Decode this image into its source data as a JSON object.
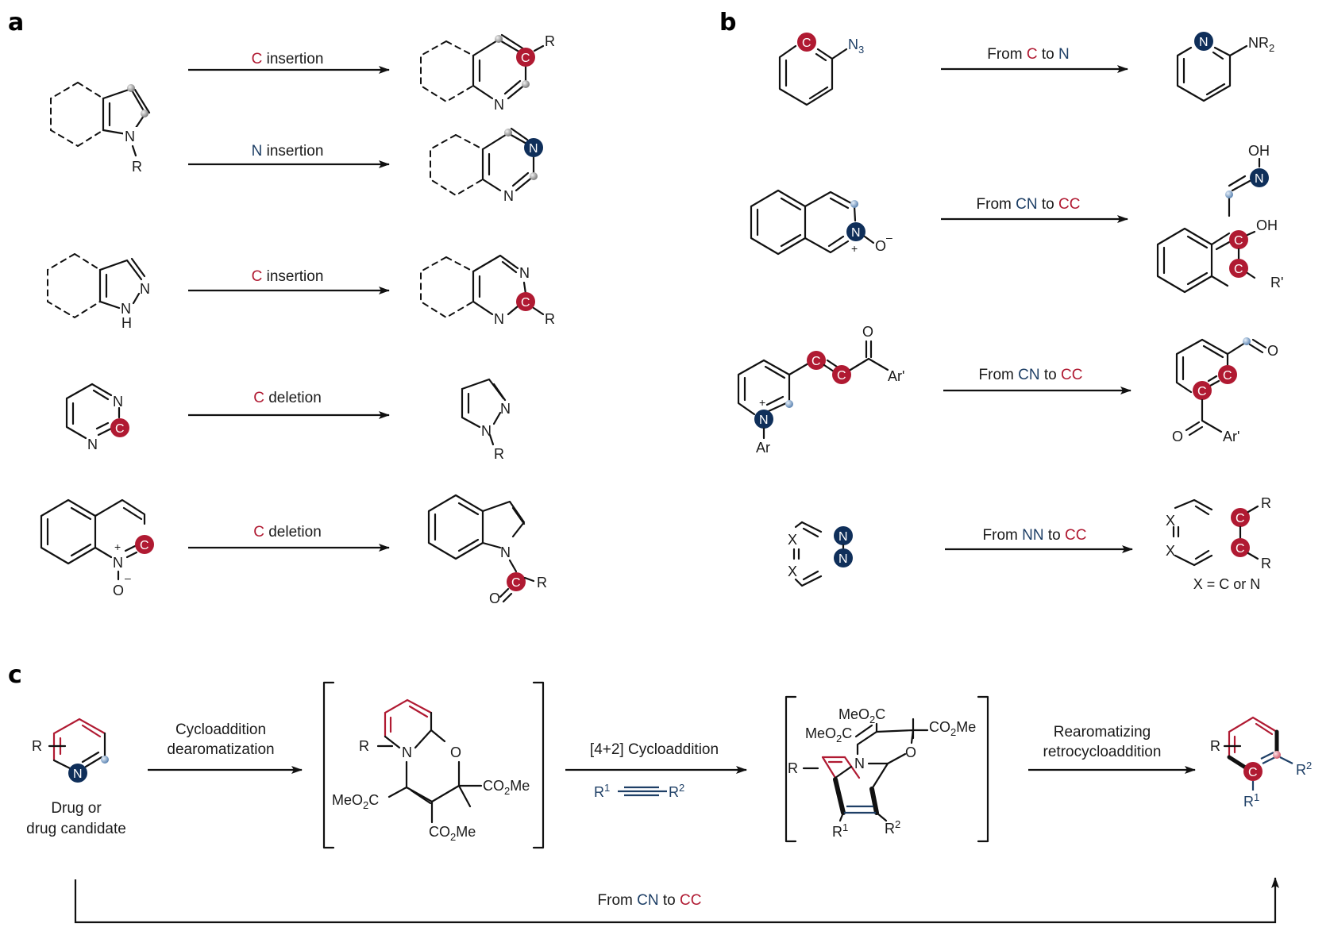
{
  "colors": {
    "carbon_highlight": "#b01a32",
    "nitrogen_highlight": "#0f2f5a",
    "bond": "#111111",
    "node_grey": "#9a9a9a",
    "node_blue": "#8fb1d6"
  },
  "panels": {
    "a": {
      "label": "a",
      "reactions": [
        {
          "pre": "C",
          "text": " insertion",
          "pre_color": "red"
        },
        {
          "pre": "N",
          "text": " insertion",
          "pre_color": "blue"
        },
        {
          "pre": "C",
          "text": " insertion",
          "pre_color": "red"
        },
        {
          "pre": "C",
          "text": " deletion",
          "pre_color": "red"
        },
        {
          "pre": "C",
          "text": " deletion",
          "pre_color": "red"
        }
      ],
      "atoms": {
        "N": "N",
        "R": "R",
        "H": "H",
        "O": "O",
        "C": "C",
        "plus": "+",
        "minus": "–"
      }
    },
    "b": {
      "label": "b",
      "reactions": [
        {
          "parts": [
            {
              "t": "From ",
              "c": "black"
            },
            {
              "t": "C",
              "c": "red"
            },
            {
              "t": " to ",
              "c": "black"
            },
            {
              "t": "N",
              "c": "blue"
            }
          ]
        },
        {
          "parts": [
            {
              "t": "From ",
              "c": "black"
            },
            {
              "t": "CN",
              "c": "blue"
            },
            {
              "t": " to ",
              "c": "black"
            },
            {
              "t": "CC",
              "c": "red"
            }
          ]
        },
        {
          "parts": [
            {
              "t": "From ",
              "c": "black"
            },
            {
              "t": "CN",
              "c": "blue"
            },
            {
              "t": " to ",
              "c": "black"
            },
            {
              "t": "CC",
              "c": "red"
            }
          ]
        },
        {
          "parts": [
            {
              "t": "From ",
              "c": "black"
            },
            {
              "t": "NN",
              "c": "blue"
            },
            {
              "t": " to ",
              "c": "black"
            },
            {
              "t": "CC",
              "c": "red"
            }
          ]
        }
      ],
      "atoms": {
        "N3": "N",
        "N3_sub": "3",
        "NR2": "NR",
        "NR2_sub": "2",
        "OH": "OH",
        "O": "O",
        "Rprime": "R'",
        "Arprime": "Ar'",
        "Ar": "Ar",
        "X": "X",
        "R": "R",
        "plus": "+",
        "minus": "–"
      },
      "footnote": "X = C or N"
    },
    "c": {
      "label": "c",
      "start_caption": [
        "Drug or",
        "drug candidate"
      ],
      "step1": [
        "Cycloaddition",
        "dearomatization"
      ],
      "step2": "[4+2] Cycloaddition",
      "alkyne": {
        "r1": "R",
        "r1_sup": "1",
        "r2": "R",
        "r2_sup": "2"
      },
      "step3": [
        "Rearomatizing",
        "retrocycloaddition"
      ],
      "intermediate1": {
        "MeO2C_left": "MeO",
        "sub2": "2",
        "C": "C",
        "CO2Me": "CO",
        "Me": "Me",
        "N": "N",
        "O": "O",
        "R": "R"
      },
      "intermediate2": {
        "MeO2C_top": "MeO",
        "MeO2C_left": "MeO",
        "CO2Me": "CO",
        "R1": "R",
        "R2": "R",
        "sup1": "1",
        "sup2": "2",
        "N": "N",
        "O": "O",
        "R": "R"
      },
      "bottom_route": {
        "parts": [
          {
            "t": "From ",
            "c": "black"
          },
          {
            "t": "CN",
            "c": "blue"
          },
          {
            "t": " to ",
            "c": "black"
          },
          {
            "t": "CC",
            "c": "red"
          }
        ]
      }
    }
  }
}
